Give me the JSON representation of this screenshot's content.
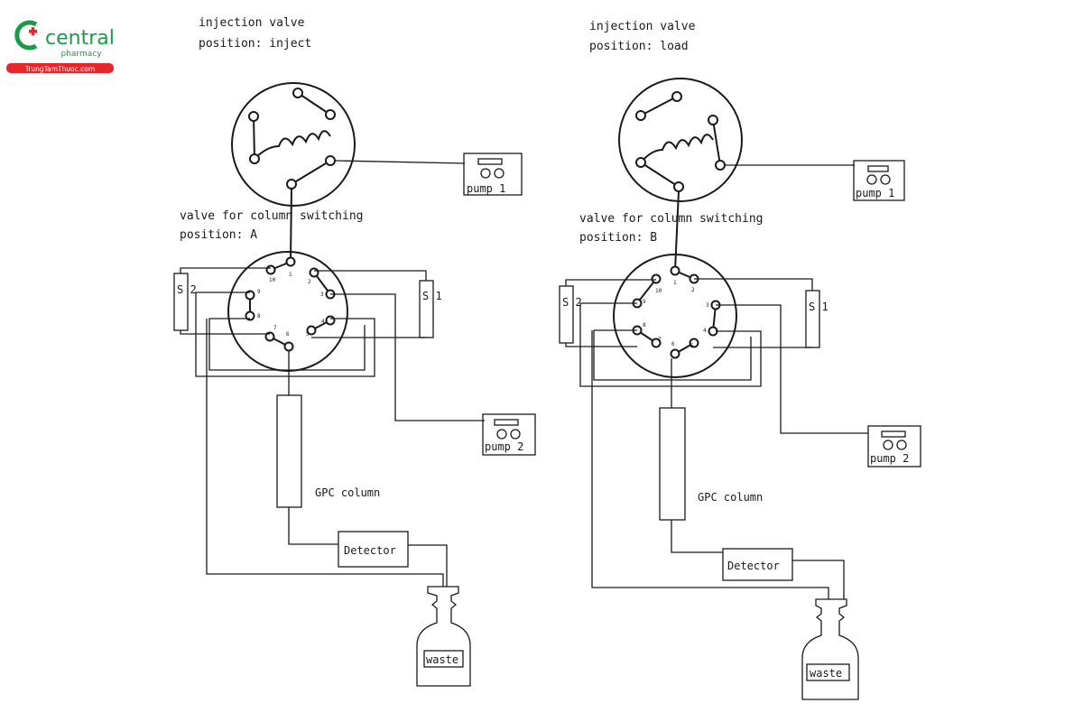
{
  "logo": {
    "name": "central",
    "sub": "pharmacy",
    "url": "TrungTamThuoc.com",
    "colors": {
      "green": "#1a9a4a",
      "red": "#e5262b"
    }
  },
  "left": {
    "injection_title": "injection valve",
    "injection_position": "position: inject",
    "switch_title": "valve for column switching",
    "switch_position": "position: A",
    "pump1": "pump 1",
    "pump2": "pump 2",
    "s1": "S 1",
    "s2": "S 2",
    "column": "GPC column",
    "detector": "Detector",
    "waste": "waste",
    "ports": [
      "1",
      "2",
      "3",
      "4",
      "5",
      "6",
      "7",
      "8",
      "9",
      "10"
    ]
  },
  "right": {
    "injection_title": "injection valve",
    "injection_position": "position: load",
    "switch_title": "valve for column switching",
    "switch_position": "position: B",
    "pump1": "pump 1",
    "pump2": "pump 2",
    "s1": "S 1",
    "s2": "S 2",
    "column": "GPC column",
    "detector": "Detector",
    "waste": "waste",
    "ports": [
      "1",
      "2",
      "3",
      "4",
      "5",
      "6",
      "7",
      "8",
      "9",
      "10"
    ]
  }
}
